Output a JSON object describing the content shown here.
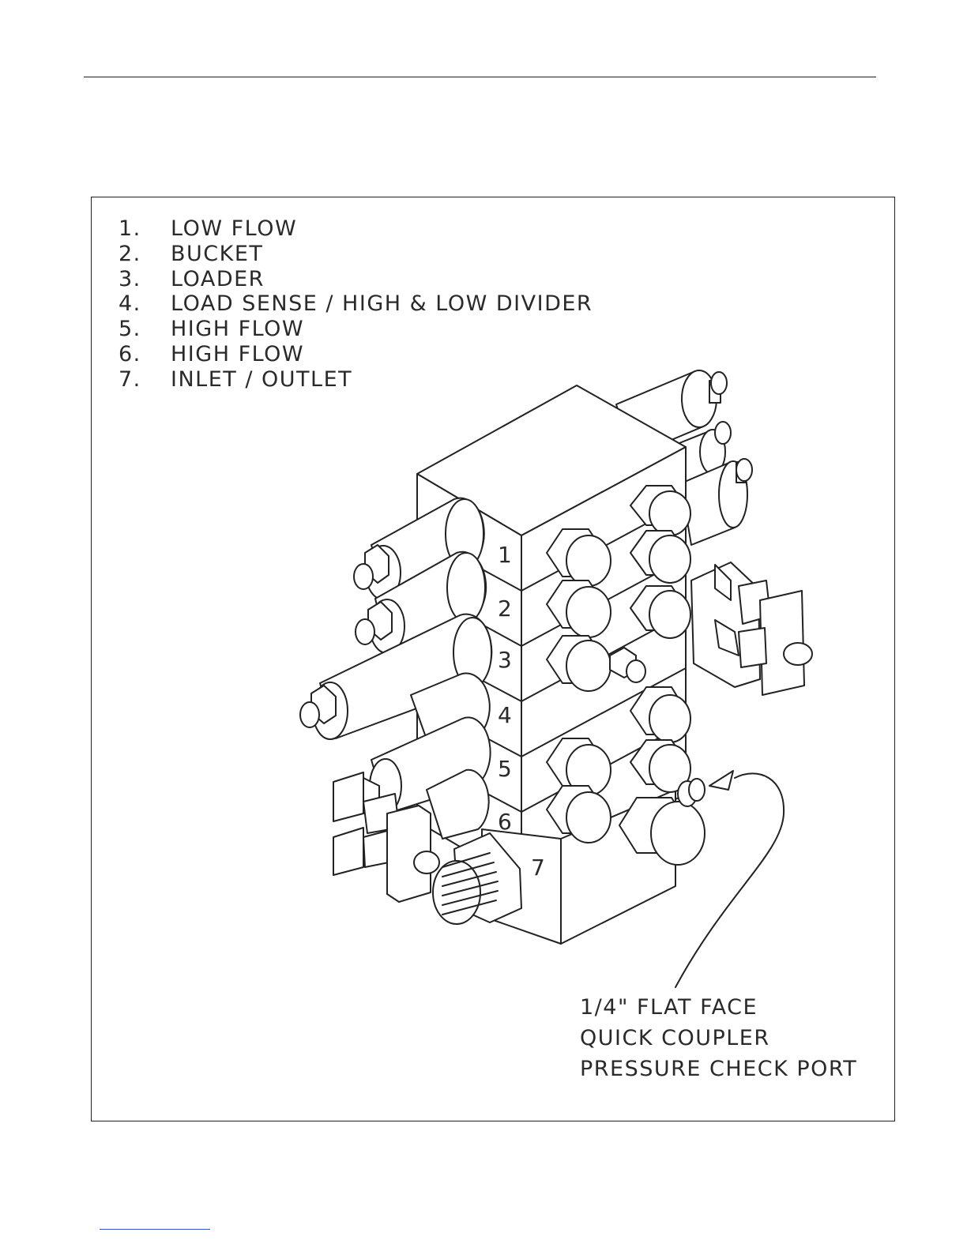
{
  "legend": [
    {
      "num": "1.",
      "label": "LOW FLOW"
    },
    {
      "num": "2.",
      "label": "BUCKET"
    },
    {
      "num": "3.",
      "label": "LOADER"
    },
    {
      "num": "4.",
      "label": "LOAD SENSE / HIGH & LOW DIVIDER"
    },
    {
      "num": "5.",
      "label": "HIGH FLOW"
    },
    {
      "num": "6.",
      "label": "HIGH FLOW"
    },
    {
      "num": "7.",
      "label": "INLET / OUTLET"
    }
  ],
  "section_labels": [
    "1",
    "2",
    "3",
    "4",
    "5",
    "6",
    "7"
  ],
  "callout": {
    "line1": "1/4\" FLAT FACE",
    "line2": "QUICK COUPLER",
    "line3": "PRESSURE CHECK PORT"
  }
}
